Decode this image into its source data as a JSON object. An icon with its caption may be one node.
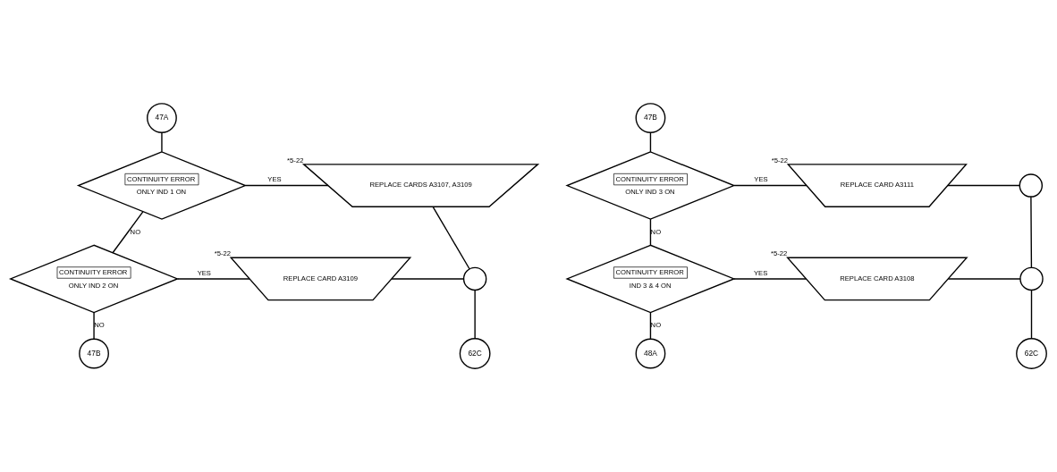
{
  "diagram": {
    "nodes": [
      {
        "text": [
          "47A"
        ]
      },
      {
        "text": [
          "CONTINUITY ERROR",
          "ONLY IND 1 ON"
        ]
      },
      {
        "text": [
          "REPLACE CARDS A3107, A3109"
        ],
        "beside": [
          "*5-22"
        ]
      },
      {
        "text": [
          "CONTINUITY ERROR",
          "ONLY IND 2 ON"
        ]
      },
      {
        "text": [
          "REPLACE CARD A3109"
        ],
        "beside": [
          "*5-22"
        ]
      },
      {
        "text": [],
        "shape": "circle"
      },
      {
        "text": [
          "47B"
        ]
      },
      {
        "text": [
          "62C"
        ]
      },
      {
        "text": [
          "47B"
        ]
      },
      {
        "text": [
          "CONTINUITY ERROR",
          "ONLY IND 3 ON"
        ]
      },
      {
        "text": [
          "REPLACE CARD A3111"
        ],
        "beside": [
          "*5-22"
        ]
      },
      {
        "text": [],
        "shape": "circle"
      },
      {
        "text": [
          "CONTINUITY ERROR",
          "IND 3 & 4 ON"
        ]
      },
      {
        "text": [
          "REPLACE CARD A3108"
        ],
        "beside": [
          "*5-22"
        ]
      },
      {
        "text": [],
        "shape": "circle"
      },
      {
        "text": [
          "48A"
        ]
      },
      {
        "text": [
          "62C"
        ]
      }
    ],
    "edges": [
      {
        "from": 0,
        "to": 1,
        "arrow": "none"
      },
      {
        "from": 1,
        "to": 2,
        "arrow": "none",
        "label": "YES"
      },
      {
        "from": 2,
        "to": 5,
        "arrow": "none"
      },
      {
        "from": 1,
        "to": 3,
        "arrow": "none",
        "label": "NO"
      },
      {
        "from": 3,
        "to": 4,
        "arrow": "none",
        "label": "YES"
      },
      {
        "from": 4,
        "to": 5,
        "arrow": "none"
      },
      {
        "from": 3,
        "to": 6,
        "arrow": "none",
        "label": "NO"
      },
      {
        "from": 5,
        "to": 7,
        "arrow": "none"
      },
      {
        "from": 8,
        "to": 9,
        "arrow": "none"
      },
      {
        "from": 9,
        "to": 10,
        "arrow": "none",
        "label": "YES"
      },
      {
        "from": 10,
        "to": 11,
        "arrow": "none"
      },
      {
        "from": 11,
        "to": 14,
        "arrow": "none"
      },
      {
        "from": 9,
        "to": 12,
        "arrow": "none",
        "label": "NO"
      },
      {
        "from": 12,
        "to": 13,
        "arrow": "none",
        "label": "YES"
      },
      {
        "from": 13,
        "to": 14,
        "arrow": "none"
      },
      {
        "from": 12,
        "to": 15,
        "arrow": "none",
        "label": "NO"
      },
      {
        "from": 14,
        "to": 16,
        "arrow": "none"
      }
    ]
  }
}
